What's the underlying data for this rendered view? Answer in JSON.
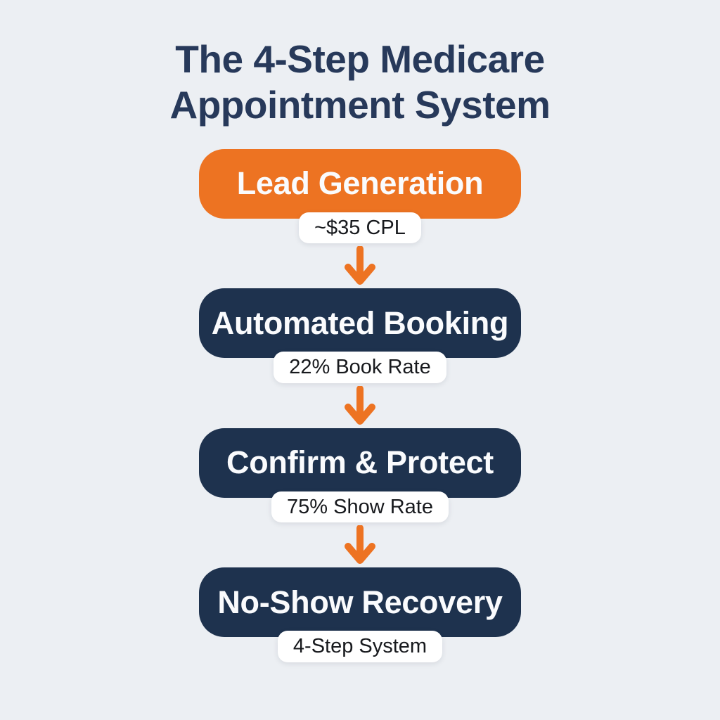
{
  "title": {
    "text": "The 4-Step Medicare Appointment System",
    "line1": "The 4-Step Medicare",
    "line2": "Appointment System"
  },
  "steps": [
    {
      "id": "lead-generation",
      "label": "Lead Generation",
      "badge": "~$35 CPL",
      "box_color": "#ED7322"
    },
    {
      "id": "automated-booking",
      "label": "Automated Booking",
      "badge": "22% Book Rate",
      "box_color": "#1E324E"
    },
    {
      "id": "confirm-protect",
      "label": "Confirm & Protect",
      "badge": "75% Show Rate",
      "box_color": "#1E324E"
    },
    {
      "id": "no-show-recovery",
      "label": "No-Show Recovery",
      "badge": "4-Step System",
      "box_color": "#1E324E"
    }
  ],
  "arrows": {
    "direction": "down",
    "count": 3
  },
  "colors": {
    "background": "#ECEFF3",
    "title_text": "#27395A",
    "box_text": "#FAFBFD",
    "badge_background": "#FFFFFF",
    "badge_text": "#17191D",
    "arrow": "#ED7322"
  }
}
